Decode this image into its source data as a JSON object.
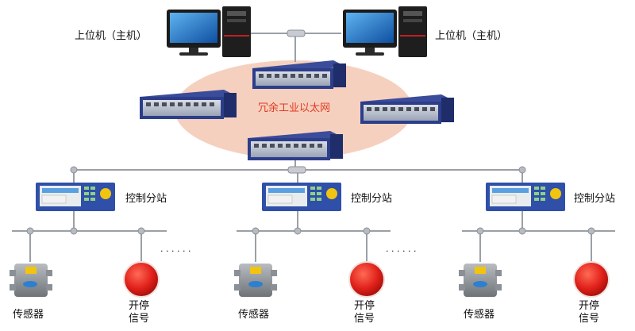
{
  "nodes": {
    "host_left": "上位机（主机）",
    "host_right": "上位机（主机）",
    "network": "冗余工业以太网",
    "substations": [
      "控制分站",
      "控制分站",
      "控制分站"
    ],
    "sensor_label": "传感器",
    "signal_line1": "开停",
    "signal_line2": "信号",
    "ellipsis": "· · · · · ·"
  },
  "colors": {
    "line": "#9aa0a6",
    "network_ellipse": "#f5c8b4",
    "network_text": "#e03a20",
    "signal_red": "#e0201a",
    "switch_body": "#2c3e8a",
    "substation_body": "#2f4fa8",
    "sensor_body": "#7d8288",
    "monitor_screen": "#1d6fc8"
  }
}
